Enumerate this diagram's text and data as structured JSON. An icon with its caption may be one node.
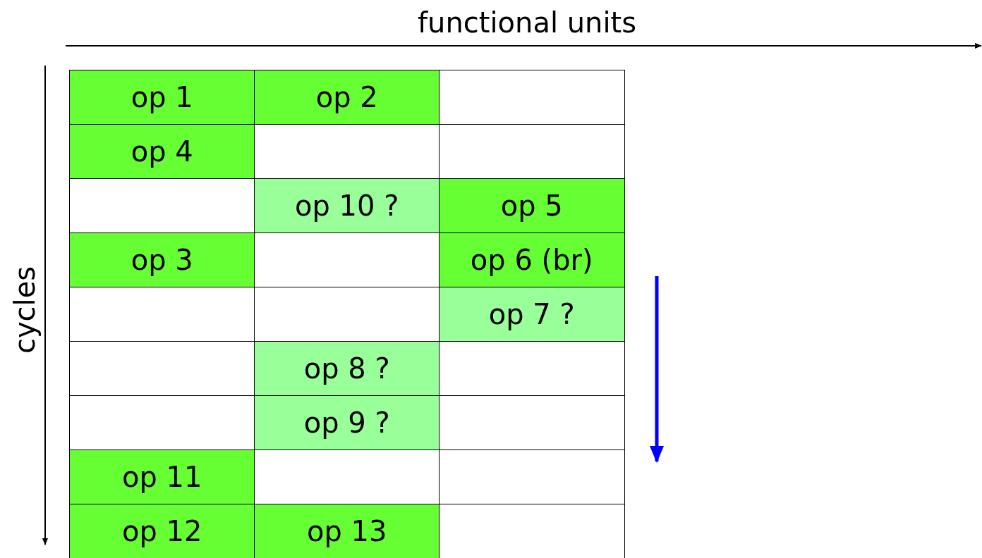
{
  "diagram": {
    "nodes": [
      {
        "text": [
          "op 1"
        ]
      },
      {
        "text": [
          "op 2"
        ]
      },
      {
        "text": [],
        "shape": "box"
      },
      {
        "text": [
          "op 4"
        ]
      },
      {
        "text": [],
        "shape": "box"
      },
      {
        "text": [],
        "shape": "box"
      },
      {
        "text": [],
        "shape": "box"
      },
      {
        "text": [
          "op 10 ?"
        ]
      },
      {
        "text": [
          "op 5"
        ]
      },
      {
        "text": [
          "op 3"
        ]
      },
      {
        "text": [],
        "shape": "box"
      },
      {
        "text": [
          "op 6 (br)"
        ]
      },
      {
        "text": [],
        "shape": "box"
      },
      {
        "text": [],
        "shape": "box"
      },
      {
        "text": [
          "op 7 ?"
        ]
      },
      {
        "text": [],
        "shape": "box"
      },
      {
        "text": [
          "op 8 ?"
        ]
      },
      {
        "text": [],
        "shape": "box"
      },
      {
        "text": [],
        "shape": "box"
      },
      {
        "text": [
          "op 9 ?"
        ]
      },
      {
        "text": [],
        "shape": "box"
      },
      {
        "text": [
          "op 11"
        ]
      },
      {
        "text": [],
        "shape": "box"
      },
      {
        "text": [],
        "shape": "box"
      },
      {
        "text": [
          "op 12"
        ]
      },
      {
        "text": [
          "op 13"
        ]
      },
      {
        "text": [],
        "shape": "box"
      }
    ],
    "labels": [
      "functional units",
      "cycles"
    ]
  }
}
